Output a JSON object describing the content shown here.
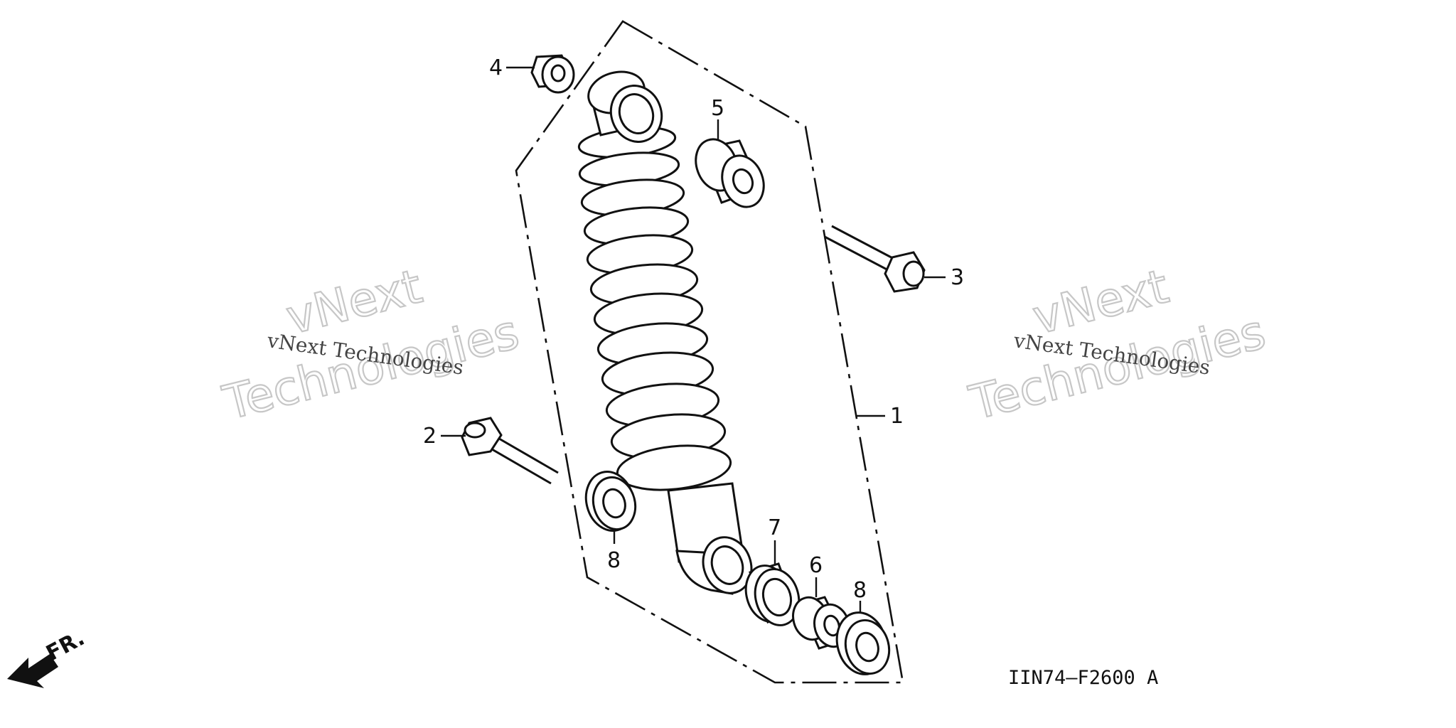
{
  "diagram": {
    "reference_code": "IIN74—F2600 A",
    "direction_label": "FR.",
    "watermarks": [
      {
        "line1": "vNext",
        "line2": "Technologies",
        "caption": "vNext Technologies"
      },
      {
        "line1": "vNext",
        "line2": "Technologies",
        "caption": "vNext Technologies"
      }
    ],
    "callouts": [
      "1",
      "2",
      "3",
      "4",
      "5",
      "6",
      "7",
      "8",
      "8"
    ],
    "colors": {
      "line": "#111111",
      "watermark": "#c7c7c7",
      "background": "#ffffff"
    },
    "icons": [
      "direction-arrow-icon"
    ]
  }
}
